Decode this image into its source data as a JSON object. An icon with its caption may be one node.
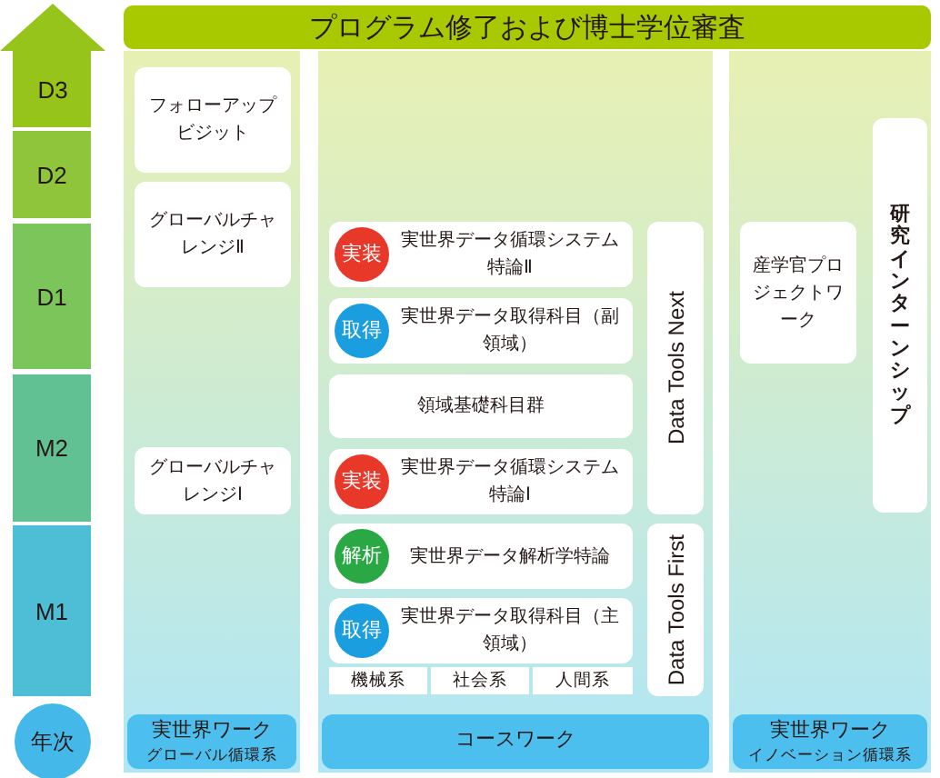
{
  "diagram": {
    "nodes": [
      {
        "text": [
          "プログラム修了および博士学位審査"
        ]
      },
      {
        "text": [
          "D3"
        ]
      },
      {
        "text": [
          "D2"
        ]
      },
      {
        "text": [
          "D1"
        ]
      },
      {
        "text": [
          "M2"
        ]
      },
      {
        "text": [
          "M1"
        ]
      },
      {
        "text": [
          "年次"
        ]
      },
      {
        "text": [
          "実世界ワーク",
          "グローバル循環系"
        ]
      },
      {
        "text": [
          "フォローアップビジット"
        ],
        "in": 7
      },
      {
        "text": [
          "グローバルチャレンジⅡ"
        ],
        "in": 7
      },
      {
        "text": [
          "グローバルチャレンジⅠ"
        ],
        "in": 7
      },
      {
        "text": [
          "コースワーク"
        ]
      },
      {
        "text": [
          "実世界データ循環システム特論Ⅱ"
        ],
        "in": 11
      },
      {
        "text": [
          "実装"
        ],
        "in": 12
      },
      {
        "text": [
          "実世界データ取得科目（副領域）"
        ],
        "in": 11
      },
      {
        "text": [
          "取得"
        ],
        "in": 14
      },
      {
        "text": [
          "領域基礎科目群"
        ],
        "in": 11
      },
      {
        "text": [
          "実世界データ循環システム特論Ⅰ"
        ],
        "in": 11
      },
      {
        "text": [
          "実装"
        ],
        "in": 17
      },
      {
        "text": [
          "実世界データ解析学特論"
        ],
        "in": 11
      },
      {
        "text": [
          "解析"
        ],
        "in": 19
      },
      {
        "text": [
          "実世界データ取得科目（主領域）"
        ],
        "in": 11
      },
      {
        "text": [
          "取得"
        ],
        "in": 21
      },
      {
        "text": [
          "機械系"
        ],
        "in": 11
      },
      {
        "text": [
          "社会系"
        ],
        "in": 11
      },
      {
        "text": [
          "人間系"
        ],
        "in": 11
      },
      {
        "text": [
          "Data Tools Next"
        ],
        "in": 11
      },
      {
        "text": [
          "Data Tools First"
        ],
        "in": 11
      },
      {
        "text": [
          "実世界ワーク",
          "イノベーション循環系"
        ]
      },
      {
        "text": [
          "産学官プロジェクトワーク"
        ],
        "in": 28
      },
      {
        "text": [
          "研究インターンシップ"
        ],
        "in": 28
      }
    ]
  }
}
